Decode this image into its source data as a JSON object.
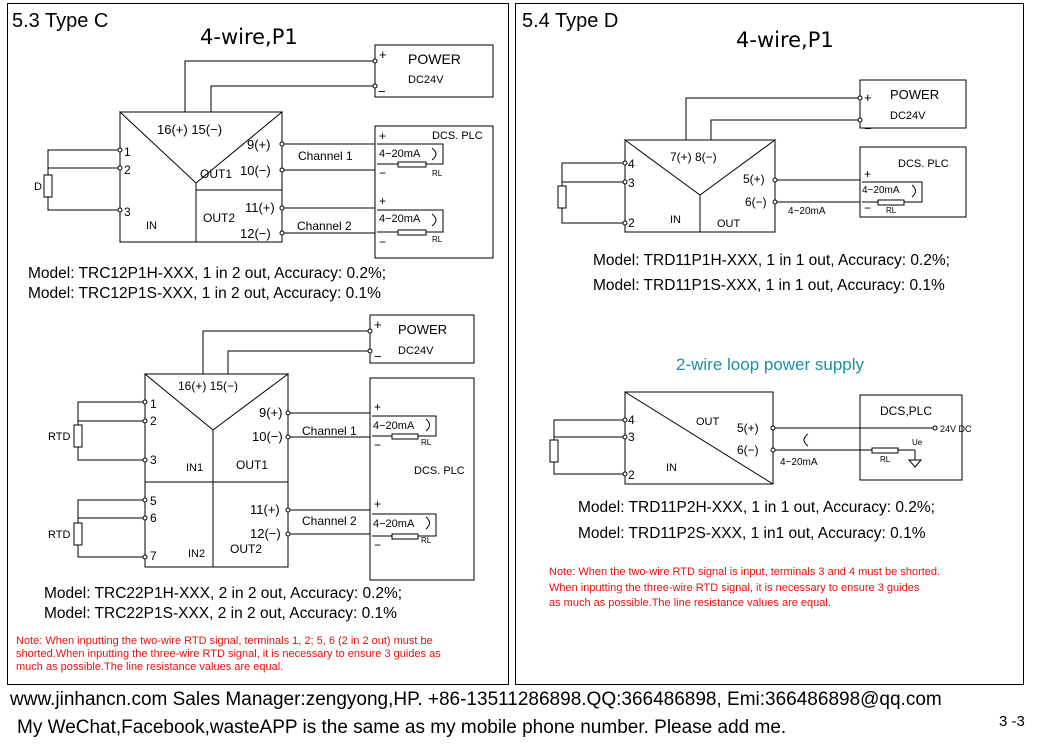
{
  "left": {
    "title": "5.3 Type C",
    "sub": "4-wire,P1",
    "diagram1": {
      "power": "POWER",
      "voltage": "DC24V",
      "plus": "+",
      "minus": "−",
      "supply_terms": "16(+) 15(−)",
      "in_terms": [
        "1",
        "2",
        "3"
      ],
      "sensor": "D",
      "in_label": "IN",
      "out1": "OUT1",
      "out2": "OUT2",
      "o1p": "9(+)",
      "o1n": "10(−)",
      "o2p": "11(+)",
      "o2n": "12(−)",
      "ch1": "Channel 1",
      "ch2": "Channel 2",
      "dcs": "DCS. PLC",
      "ma": "4−20mA",
      "rl": "RL"
    },
    "model1": [
      "Model: TRC12P1H-XXX, 1 in 2 out, Accuracy: 0.2%;",
      "Model: TRC12P1S-XXX, 1 in 2 out, Accuracy: 0.1%"
    ],
    "diagram2": {
      "power": "POWER",
      "voltage": "DC24V",
      "plus": "+",
      "minus": "−",
      "supply_terms": "16(+) 15(−)",
      "in1_terms": [
        "1",
        "2",
        "3"
      ],
      "in2_terms": [
        "5",
        "6",
        "7"
      ],
      "sensor": "RTD",
      "in1": "IN1",
      "in2": "IN2",
      "out1": "OUT1",
      "out2": "OUT2",
      "o1p": "9(+)",
      "o1n": "10(−)",
      "o2p": "11(+)",
      "o2n": "12(−)",
      "ch1": "Channel 1",
      "ch2": "Channel 2",
      "dcs": "DCS. PLC",
      "ma": "4−20mA",
      "rl": "RL"
    },
    "model2": [
      "Model: TRC22P1H-XXX, 2 in 2 out, Accuracy: 0.2%;",
      "Model: TRC22P1S-XXX, 2 in 2 out, Accuracy: 0.1%"
    ],
    "note": "Note: When inputting the two-wire RTD signal, terminals 1, 2; 5, 6 (2 in 2 out) must be shorted.When inputting the three-wire RTD signal, it is necessary to ensure 3 guides as much as possible.The line resistance values are equal."
  },
  "right": {
    "title": "5.4 Type D",
    "sub": "4-wire,P1",
    "diagram1": {
      "power": "POWER",
      "voltage": "DC24V",
      "plus": "+",
      "minus": "−",
      "supply_terms": "7(+) 8(−)",
      "in_terms": [
        "4",
        "3",
        "2"
      ],
      "in_label": "IN",
      "out_label": "OUT",
      "op": "5(+)",
      "on": "6(−)",
      "dcs": "DCS. PLC",
      "ma": "4−20mA",
      "rl": "RL"
    },
    "model1": [
      "Model: TRD11P1H-XXX, 1 in 1 out, Accuracy: 0.2%;",
      "Model: TRD11P1S-XXX, 1 in 1 out, Accuracy: 0.1%"
    ],
    "sub2": "2-wire loop power supply",
    "diagram2": {
      "in_terms": [
        "4",
        "3",
        "2"
      ],
      "out_label": "OUT",
      "in_label": "IN",
      "op": "5(+)",
      "on": "6(−)",
      "dcs": "DCS,PLC",
      "supply": "24V DC",
      "ue": "Ue",
      "ma": "4−20mA",
      "rl": "RL"
    },
    "model2": [
      "Model: TRD11P2H-XXX, 1 in 1 out, Accuracy: 0.2%;",
      "Model: TRD11P2S-XXX, 1 in1 out, Accuracy: 0.1%"
    ],
    "note": [
      "Note: When the two-wire RTD signal is input, terminals 3 and 4 must be shorted.",
      "When inputting the three-wire RTD signal, it is necessary to ensure 3 guides",
      "as much as possible.The line resistance values are equal."
    ]
  },
  "footer": {
    "line1": "www.jinhancn.com Sales Manager:zengyong,HP. +86-13511286898.QQ:366486898,     Emi:366486898@qq.com",
    "line2": "My WeChat,Facebook,wasteAPP is the same as my mobile phone number. Please add me.",
    "page": "3 -3"
  },
  "colors": {
    "note": "#e8100d",
    "teal": "#1e8fa7",
    "line": "#000000"
  }
}
